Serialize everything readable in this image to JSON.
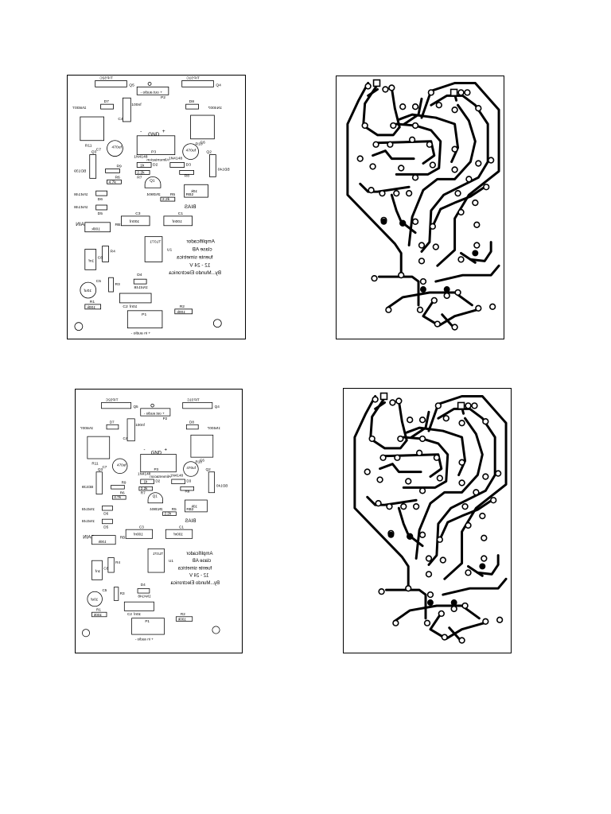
{
  "boards": [
    {
      "id": "top",
      "labels": {
        "q_left": "TIP32C",
        "q_right": "TIP31C",
        "q4": "Q4",
        "q5": "Q5",
        "out": "+ out audio -",
        "p2": "P2",
        "d7": "D7",
        "d8": "D8",
        "diode_left": "1N4007",
        "diode_right": "1N4007",
        "c4": "C4",
        "c4_val": "100nf",
        "gnd": "GND",
        "minus": "-",
        "plus": "+",
        "p3": "P3",
        "aliment": "Alimentacion",
        "r11": "R11",
        "r10": "R10",
        "c6": "C6",
        "c7": "C7",
        "cap470_a": "470uf",
        "cap470_b": "470uf",
        "q3": "Q3",
        "q2": "Q2",
        "bd139": "BD139",
        "bd140": "BD140",
        "r9": "R9",
        "r8": "R8",
        "r7": "R7",
        "d2": "D2",
        "d3": "D3",
        "n4148_a": "1N4148",
        "n4148_b": "1N4148",
        "n4148_c": "1N4148",
        "n4148_d": "1N4148",
        "r1k": "1k",
        "q1": "Q1",
        "n3904": "2N3904",
        "r6": "R6",
        "r5": "R5",
        "r4k7": "4.7k",
        "r22k": "2.2k",
        "d6": "D6",
        "d5": "D5",
        "ten_k": "10k",
        "bias": "BIAS",
        "rb2": "RB2",
        "gain": "GAIN",
        "hundred_k": "100k",
        "rb1": "RB1",
        "c3": "C3",
        "c1": "C1",
        "c3_val": "100nf",
        "c1_val": "100nf",
        "u1": "U1",
        "tl071": "TL071",
        "title1": "Amplificador",
        "title2": "clase AB",
        "title3": "fuente simetrica",
        "title4": "12 - 24 V",
        "title5": "By...Mundo Electronica",
        "c5": "C5",
        "c5_val": "10uf",
        "r3": "R3",
        "r4": "R4",
        "r1": "R1",
        "rv": "100k",
        "c8": "C8",
        "c8_val": "1nf",
        "d4": "D4",
        "d4_val": "1N4148",
        "c2": "C2",
        "c2_val": "10nf",
        "r2": "R2",
        "r2_val": "100k",
        "p1": "P1",
        "in": "+ in audio -"
      }
    },
    {
      "id": "bottom",
      "labels": {
        "q_left": "TIP32C",
        "q_right": "TIP31C",
        "q4": "Q4",
        "q5": "Q5",
        "out": "+ out audio -",
        "p2": "P2",
        "d7": "D7",
        "d8": "D8",
        "diode_left": "1N4007",
        "diode_right": "1N4007",
        "c4": "C4",
        "c4_val": "100nf",
        "gnd": "GND",
        "minus": "-",
        "plus": "+",
        "p3": "P3",
        "aliment": "Alimentacion",
        "r11": "R11",
        "r10": "R10",
        "c6": "C6",
        "c7": "C7",
        "cap470_a": "470uf",
        "cap470_b": "470uf",
        "q3": "Q3",
        "q2": "Q2",
        "bd139": "BD139",
        "bd140": "BD140",
        "r9": "R9",
        "r8": "R8",
        "r7": "R7",
        "d2": "D2",
        "d3": "D3",
        "n4148_a": "1N4148",
        "n4148_b": "1N4148",
        "n4148_c": "1N4148",
        "n4148_d": "1N4148",
        "r1k": "1k",
        "q1": "Q1",
        "n3904": "2N3904",
        "r6": "R6",
        "r5": "R5",
        "r4k7": "4.7k",
        "r22k": "2.2k",
        "d6": "D6",
        "d5": "D5",
        "ten_k": "10k",
        "bias": "BIAS",
        "rb2": "RB2",
        "gain": "GAIN",
        "hundred_k": "100k",
        "rb1": "RB1",
        "c3": "C3",
        "c1": "C1",
        "c3_val": "100nf",
        "c1_val": "100nf",
        "u1": "U1",
        "tl071": "TL071",
        "title1": "Amplificador",
        "title2": "clase AB",
        "title3": "fuente simetrica",
        "title4": "12 - 24 V",
        "title5": "By...Mundo Electronica",
        "c5": "C5",
        "c5_val": "10uf",
        "r3": "R3",
        "r4": "R4",
        "r1": "R1",
        "rv": "100k",
        "c8": "C8",
        "c8_val": "1nf",
        "d4": "D4",
        "d4_val": "1N4148",
        "c2": "C2",
        "c2_val": "10nf",
        "r2": "R2",
        "r2_val": "100k",
        "p1": "P1",
        "in": "+ in audio -"
      }
    }
  ],
  "colors": {
    "ink": "#000000",
    "paper": "#ffffff"
  }
}
